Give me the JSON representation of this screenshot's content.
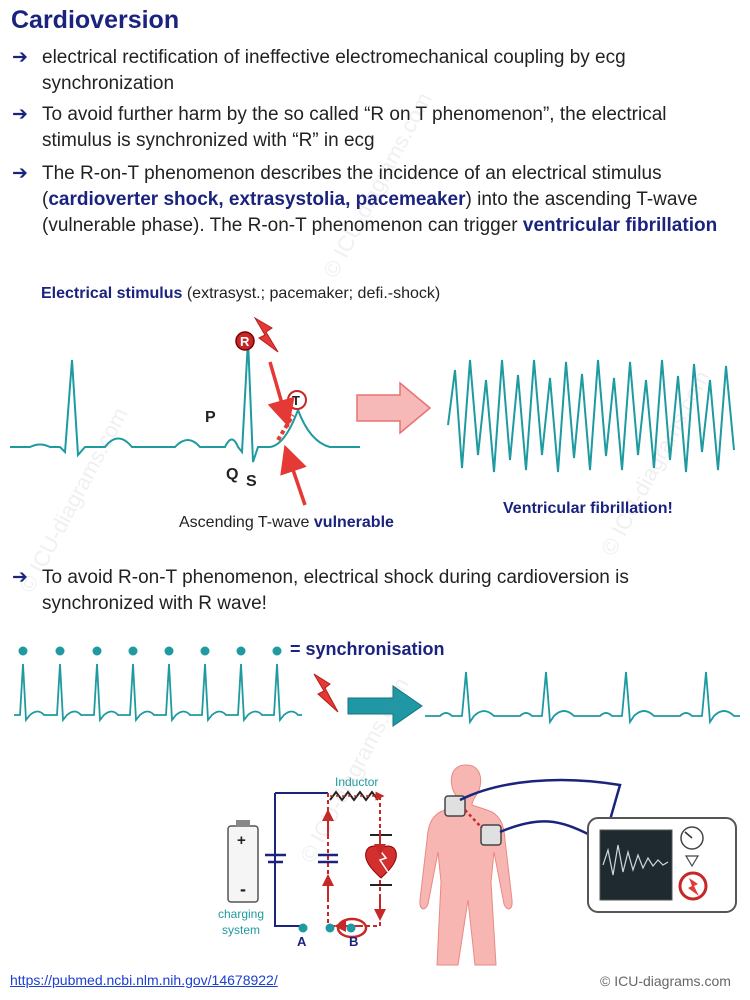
{
  "title": "Cardioversion",
  "bullets": [
    {
      "parts": [
        "electrical rectification of ineffective electromechanical coupling by ecg synchronization"
      ]
    },
    {
      "parts": [
        "To avoid further harm by the so called “R on T phenomenon”, the electrical stimulus is synchronized with “R” in ecg"
      ]
    },
    {
      "parts": [
        "The R-on-T phenomenon describes the incidence of an electrical stimulus (",
        "cardioverter shock, extrasystolia, pacemeaker",
        ") into the ascending T-wave (vulnerable phase). The R-on-T phenomenon can trigger ",
        "ventricular fibrillation"
      ]
    }
  ],
  "stimulus": {
    "bold": "Electrical stimulus",
    "rest": " (extrasyst.; pacemaker; defi.-shock)"
  },
  "ecg_labels": {
    "p": "P",
    "q": "Q",
    "s": "S",
    "r": "R",
    "t": "T"
  },
  "caption_tw": {
    "pre": "Ascending T-wave ",
    "bold": "vulnerable"
  },
  "vf_label": "Ventricular fibrillation!",
  "bullet4": "To avoid R-on-T phenomenon, electrical shock during cardioversion is synchronized with R wave!",
  "sync_label": "= synchronisation",
  "circuit": {
    "inductor": "Inductor",
    "charging": [
      "charging",
      "system"
    ],
    "plus": "+",
    "minus": "-",
    "a": "A",
    "b": "B"
  },
  "source_link": "https://pubmed.ncbi.nlm.nih.gov/14678922/",
  "copyright": "© ICU-diagrams.com",
  "watermark": "© ICU-diagrams.com",
  "colors": {
    "title": "#1a237e",
    "ecg": "#1e9aa0",
    "red": "#e53935",
    "dark_red": "#b71c1c",
    "teal_arrow": "#1f97a5",
    "pink_arrow": "#f7b8b8",
    "body": "#f8b6b2"
  }
}
